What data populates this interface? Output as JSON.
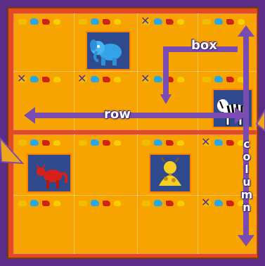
{
  "labels": {
    "row": "row",
    "box": "box",
    "column": [
      "c",
      "o",
      "l",
      "u",
      "m",
      "n"
    ]
  },
  "colors": {
    "frame": "#5b2c86",
    "grid_line": "#e24a1f",
    "cell": "#f7a400",
    "tile_bg": "#2e4a8d",
    "arrow": "#7a4bb0",
    "pointer": "#f1a51a"
  },
  "icons": {
    "mini_row": [
      "cat-icon",
      "elephant-icon",
      "fox-icon",
      "bird-icon"
    ],
    "tiles": [
      "elephant-icon",
      "zebra-icon",
      "fox-icon",
      "giraffe-icon"
    ]
  }
}
